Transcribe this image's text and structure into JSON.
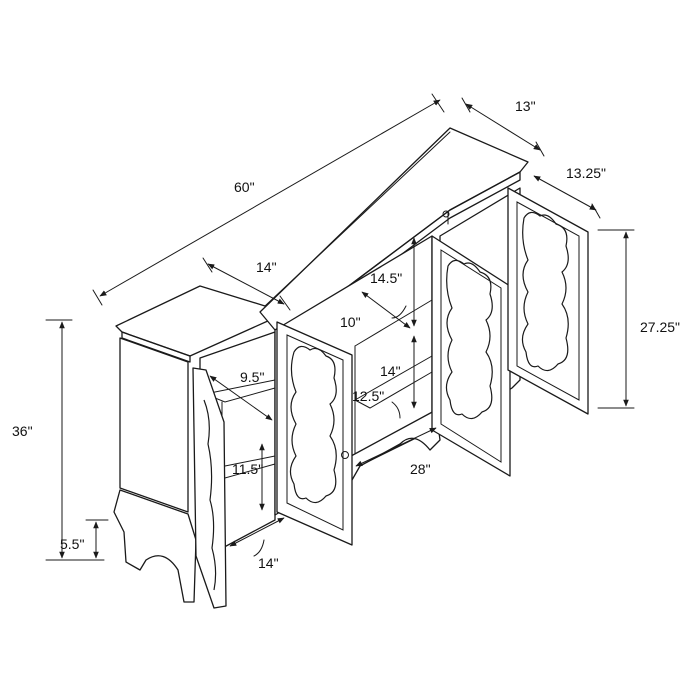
{
  "dimensions": {
    "overall_width": "60\"",
    "overall_depth": "13\"",
    "side_depth": "13.25\"",
    "overall_height": "36\"",
    "base_height": "5.5\"",
    "wing_width": "14\"",
    "door_panel_height": "27.25\"",
    "center_shelf_top_height": "14.5\"",
    "center_shelf_depth": "10\"",
    "center_shelf_lower_height": "14\"",
    "center_bottom_height": "12.5\"",
    "center_width": "28\"",
    "side_upper_height": "9.5\"",
    "side_lower_height": "11.5\"",
    "side_width": "14\""
  }
}
